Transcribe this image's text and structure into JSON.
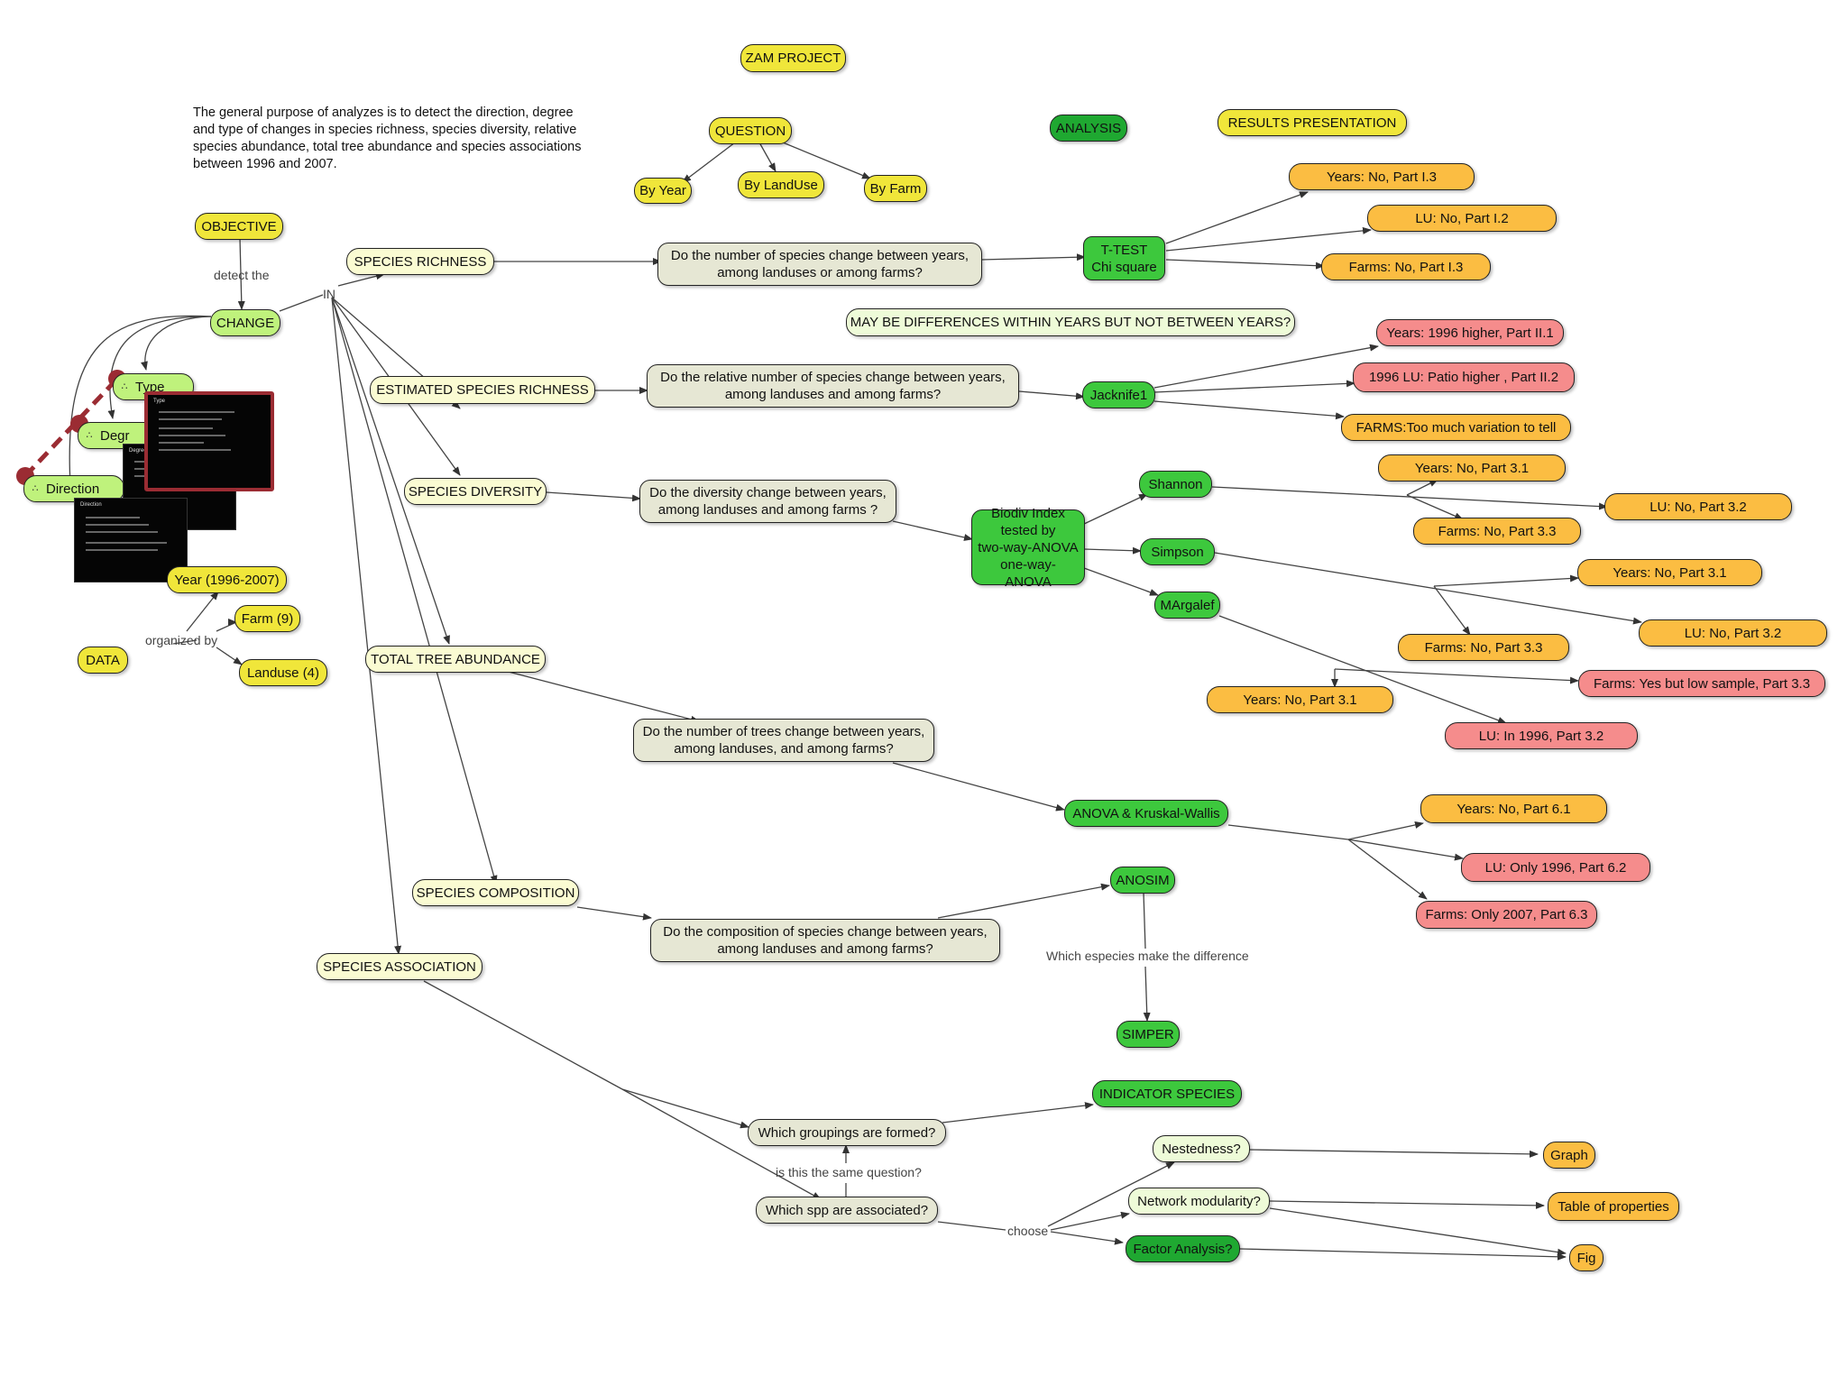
{
  "title": "ZAM PROJECT",
  "objective_text": "The general purpose of analyzes is to detect the direction, degree and type of changes in species richness, species diversity, relative species abundance, total tree abundance and species associations between 1996 and 2007.",
  "colors": {
    "yellow": "#f0e63a",
    "light_yellow": "#fafbd2",
    "green": "#3dc83d",
    "dark_green": "#1fa831",
    "light_green": "#bff27c",
    "beige": "#e6e7d4",
    "orange": "#fbbd42",
    "red": "#f58c8c"
  },
  "header": {
    "question": "QUESTION",
    "by_year": "By Year",
    "by_landuse": "By LandUse",
    "by_farm": "By Farm",
    "analysis": "ANALYSIS",
    "results": "RESULTS PRESENTATION"
  },
  "objective": {
    "label": "OBJECTIVE",
    "link": "detect the",
    "change": "CHANGE",
    "in_label": "IN",
    "type": "Type",
    "degree": "Degr",
    "direction": "Direction",
    "popup_type_title": "Type",
    "popup_degree_title": "Degree",
    "popup_direction_title": "Direction"
  },
  "data_section": {
    "data": "DATA",
    "organized_by": "organized by",
    "year": "Year (1996-2007)",
    "farm": "Farm (9)",
    "landuse": "Landuse (4)"
  },
  "topics": {
    "richness": "SPECIES RICHNESS",
    "est_richness": "ESTIMATED SPECIES RICHNESS",
    "diversity": "SPECIES DIVERSITY",
    "abundance": "TOTAL TREE ABUNDANCE",
    "composition": "SPECIES COMPOSITION",
    "association": "SPECIES ASSOCIATION"
  },
  "questions": {
    "q_richness": "Do the number of species change between years, among landuses or among farms?",
    "q_est": "Do the relative number of species  change between years, among landuses and among farms?",
    "q_div": "Do the diversity change between years, among landuses and among farms ?",
    "q_trees": "Do the number of trees change between years, among landuses, and among farms?",
    "q_comp": "Do the composition of species change between years, among landuses and among farms?",
    "q_groups": "Which groupings are formed?",
    "q_assoc": "Which spp are associated?",
    "same_question": "is this the same question?",
    "choose": "choose"
  },
  "analyses": {
    "ttest": "T-TEST\nChi square",
    "maybe": "MAY BE DIFFERENCES WITHIN YEARS BUT NOT BETWEEN YEARS?",
    "jacknife": "Jacknife1",
    "biodiv": "Biodiv Index\ntested by\ntwo-way-ANOVA\none-way-ANOVA",
    "shannon": "Shannon",
    "simpson": "Simpson",
    "margalef": "MArgalef",
    "anova_kw": "ANOVA & Kruskal-Wallis",
    "anosim": "ANOSIM",
    "which_especies": "Which especies make the difference",
    "simper": "SIMPER",
    "indicator": "INDICATOR SPECIES",
    "nestedness": "Nestedness?",
    "network": "Network modularity?",
    "factor": "Factor Analysis?"
  },
  "results": {
    "r1": "Years: No,  Part I.3",
    "r2": "LU: No,  Part I.2",
    "r3": "Farms: No,  Part I.3",
    "r4": "Years: 1996 higher,  Part II.1",
    "r5": "1996 LU: Patio higher ,  Part II.2",
    "r6": "FARMS:Too much variation to tell",
    "r7": "Years: No,  Part 3.1",
    "r8": "LU: No,  Part 3.2",
    "r9": "Farms: No,  Part 3.3",
    "r10": "Years: No,  Part 3.1",
    "r11": "LU: No,  Part 3.2",
    "r12": "Farms: No,  Part 3.3",
    "r13": "Farms: Yes but low sample,  Part 3.3",
    "r14": "Years: No,  Part 3.1",
    "r15": "LU: In 1996,  Part 3.2",
    "r16": "Years: No,  Part 6.1",
    "r17": "LU: Only 1996,  Part 6.2",
    "r18": "Farms: Only 2007,  Part 6.3",
    "graph": "Graph",
    "table": "Table of properties",
    "fig": "Fig"
  }
}
